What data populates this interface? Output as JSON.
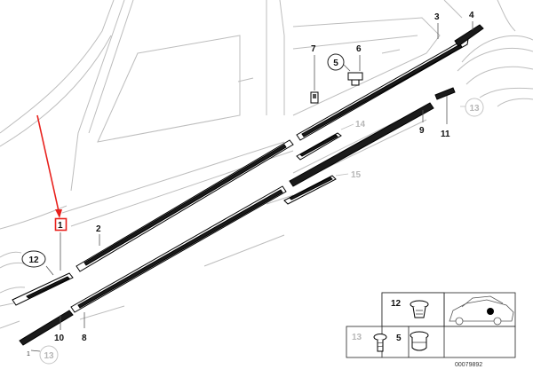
{
  "callouts": {
    "c1": "1",
    "c2": "2",
    "c3": "3",
    "c4": "4",
    "c5": "5",
    "c6": "6",
    "c7": "7",
    "c8": "8",
    "c9": "9",
    "c10": "10",
    "c11": "11",
    "c12": "12",
    "c13_front": "13",
    "c13_rear": "13",
    "c14": "14",
    "c15": "15"
  },
  "inset": {
    "label_12": "12",
    "label_13": "13",
    "label_5": "5"
  },
  "small_mark": "1",
  "doc_number": "00079892",
  "colors": {
    "highlight": "#e8201c",
    "strip": "#1a1a1a",
    "body_outline": "#bdbdbd"
  },
  "icons": {
    "arrow": "red-arrow-icon",
    "car_thumbnail": "car-thumbnail-icon"
  }
}
